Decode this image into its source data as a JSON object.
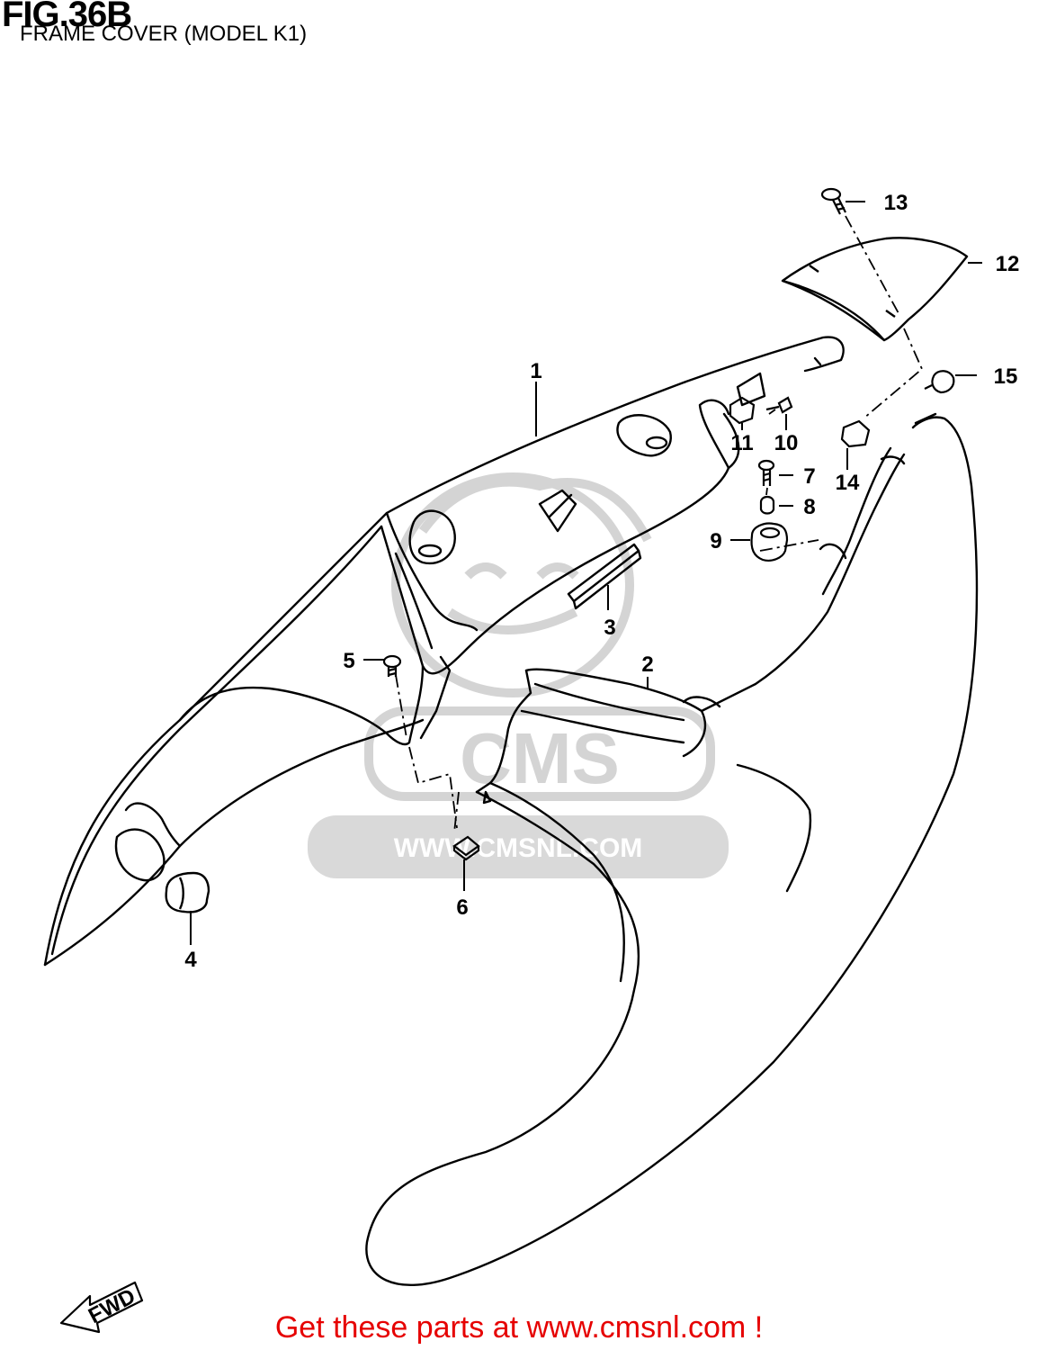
{
  "header": {
    "fig_title": "FIG.36B",
    "subtitle": "FRAME COVER (MODEL K1)"
  },
  "watermark": {
    "logo": "CMS",
    "url": "WWW.CMSNL.COM"
  },
  "fwd_label": "FWD",
  "callouts": [
    {
      "id": "1",
      "label": "1"
    },
    {
      "id": "2",
      "label": "2"
    },
    {
      "id": "3",
      "label": "3"
    },
    {
      "id": "4",
      "label": "4"
    },
    {
      "id": "5",
      "label": "5"
    },
    {
      "id": "6",
      "label": "6"
    },
    {
      "id": "7",
      "label": "7"
    },
    {
      "id": "8",
      "label": "8"
    },
    {
      "id": "9",
      "label": "9"
    },
    {
      "id": "10",
      "label": "10"
    },
    {
      "id": "11",
      "label": "11"
    },
    {
      "id": "12",
      "label": "12"
    },
    {
      "id": "13",
      "label": "13"
    },
    {
      "id": "14",
      "label": "14"
    },
    {
      "id": "15",
      "label": "15"
    }
  ],
  "footer": {
    "text": "Get these parts at www.cmsnl.com !"
  },
  "colors": {
    "line": "#000000",
    "watermark": "#d0d0d0",
    "footer": "#e60000"
  }
}
